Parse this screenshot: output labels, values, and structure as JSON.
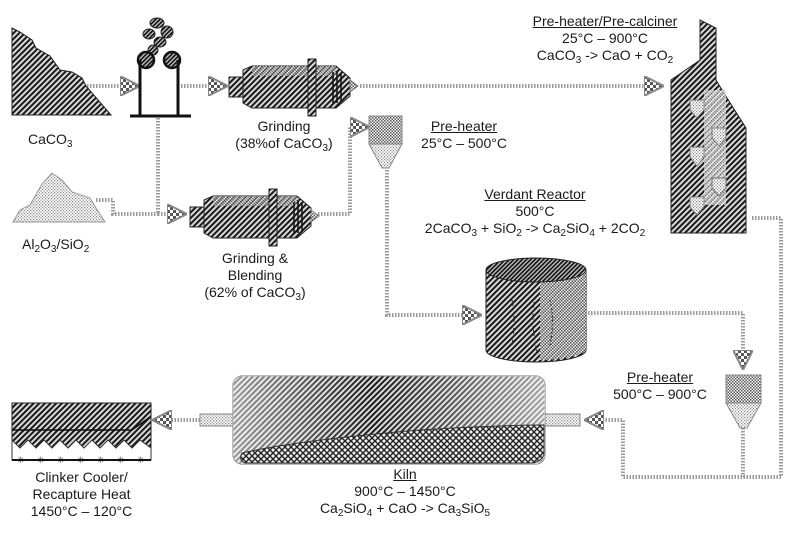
{
  "diagram": {
    "type": "process-flow",
    "subject": "cement clinker production process",
    "colors": {
      "ink": "#1a1a1a",
      "flow": "#8a8a8a",
      "background": "#ffffff"
    },
    "nodes": {
      "caco3": {
        "label": "CaCO",
        "sub": "3",
        "icon": "rock-pile-icon"
      },
      "al2o3": {
        "label_a": "Al",
        "sub_a": "2",
        "label_b": "O",
        "sub_b": "3",
        "label_c": "/SiO",
        "sub_c": "2",
        "icon": "powder-pile-icon"
      },
      "crusher": {
        "icon": "roller-crusher-icon"
      },
      "grinding": {
        "line1": "Grinding",
        "line2_a": "(38%of CaCO",
        "line2_sub": "3",
        "line2_b": ")",
        "icon": "ball-mill-icon"
      },
      "grinding_blending": {
        "line1": "Grinding &",
        "line2": "Blending",
        "line3_a": "(62% of CaCO",
        "line3_sub": "3",
        "line3_b": ")",
        "icon": "ball-mill-icon"
      },
      "preheater1": {
        "title": "Pre-heater",
        "temp": "25°C – 500°C",
        "icon": "cyclone-icon"
      },
      "verdant_reactor": {
        "title": "Verdant Reactor",
        "temp": "500°C",
        "eq_a": "2CaCO",
        "eq_sub1": "3",
        "eq_b": " + SiO",
        "eq_sub2": "2",
        "eq_c": " -> Ca",
        "eq_sub3": "2",
        "eq_d": "SiO",
        "eq_sub4": "4",
        "eq_e": " + 2CO",
        "eq_sub5": "2",
        "icon": "cylinder-reactor-icon"
      },
      "precalciner": {
        "title": "Pre-heater/Pre-calciner",
        "temp": "25°C – 900°C",
        "eq_a": "CaCO",
        "eq_sub1": "3",
        "eq_b": " -> CaO + CO",
        "eq_sub2": "2",
        "icon": "preheater-tower-icon"
      },
      "preheater2": {
        "title": "Pre-heater",
        "temp": "500°C – 900°C",
        "icon": "cyclone-icon"
      },
      "kiln": {
        "title": "Kiln",
        "temp": "900°C – 1450°C",
        "eq_a": "Ca",
        "eq_sub1": "2",
        "eq_b": "SiO",
        "eq_sub2": "4",
        "eq_c": " + CaO -> Ca",
        "eq_sub3": "3",
        "eq_d": "SiO",
        "eq_sub4": "5",
        "icon": "rotary-kiln-icon"
      },
      "clinker_cooler": {
        "line1": "Clinker Cooler/",
        "line2": "Recapture Heat",
        "line3": "1450°C – 120°C",
        "icon": "grate-cooler-icon"
      }
    },
    "edges": [
      {
        "from": "caco3",
        "to": "crusher"
      },
      {
        "from": "crusher",
        "to": "grinding"
      },
      {
        "from": "crusher",
        "to": "grinding_blending"
      },
      {
        "from": "al2o3",
        "to": "grinding_blending"
      },
      {
        "from": "grinding",
        "to": "precalciner"
      },
      {
        "from": "grinding_blending",
        "to": "preheater1"
      },
      {
        "from": "preheater1",
        "to": "verdant_reactor"
      },
      {
        "from": "verdant_reactor",
        "to": "preheater2"
      },
      {
        "from": "precalciner",
        "to": "kiln"
      },
      {
        "from": "preheater2",
        "to": "kiln"
      },
      {
        "from": "kiln",
        "to": "clinker_cooler"
      }
    ]
  }
}
